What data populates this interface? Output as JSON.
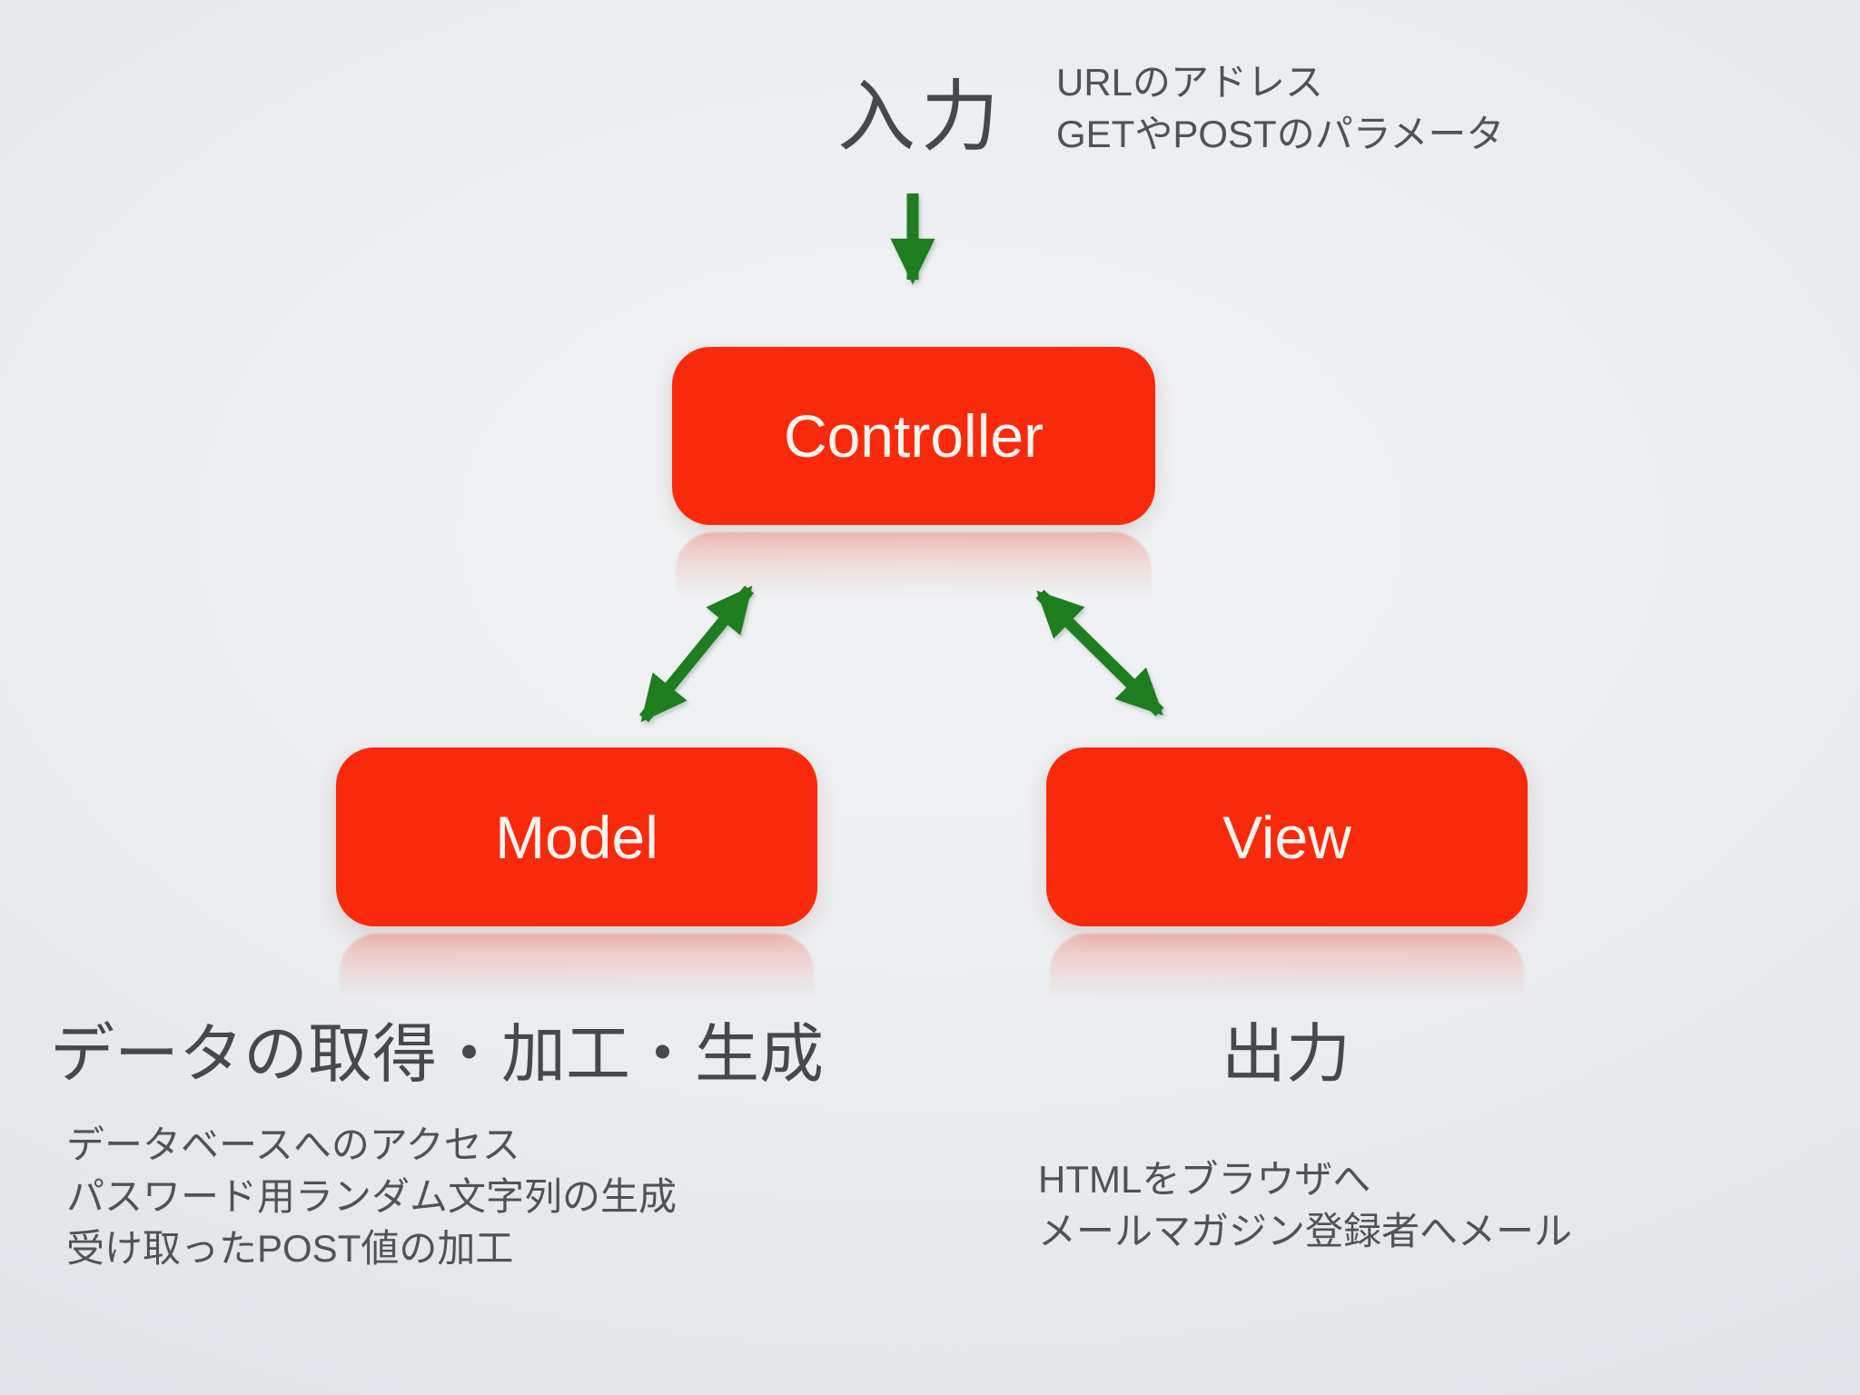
{
  "diagram": {
    "input": {
      "label": "入力",
      "notes": [
        "URLのアドレス",
        "GETやPOSTのパラメータ"
      ]
    },
    "nodes": {
      "controller": {
        "label": "Controller"
      },
      "model": {
        "label": "Model"
      },
      "view": {
        "label": "View"
      }
    },
    "model_section": {
      "caption": "データの取得・加工・生成",
      "notes": [
        "データベースへのアクセス",
        "パスワード用ランダム文字列の生成",
        "受け取ったPOST値の加工"
      ]
    },
    "view_section": {
      "caption": "出力",
      "notes": [
        "HTMLをブラウザへ",
        "メールマガジン登録者へメール"
      ]
    }
  },
  "colors": {
    "box_red": "#f92a0b",
    "box_label_text": "#f7f4f0",
    "arrow_green": "#1e7d1e",
    "heading_text": "#45484d",
    "note_text": "#4f5257",
    "background_center": "#f1f3f5",
    "background_edge": "#d4d7db"
  }
}
